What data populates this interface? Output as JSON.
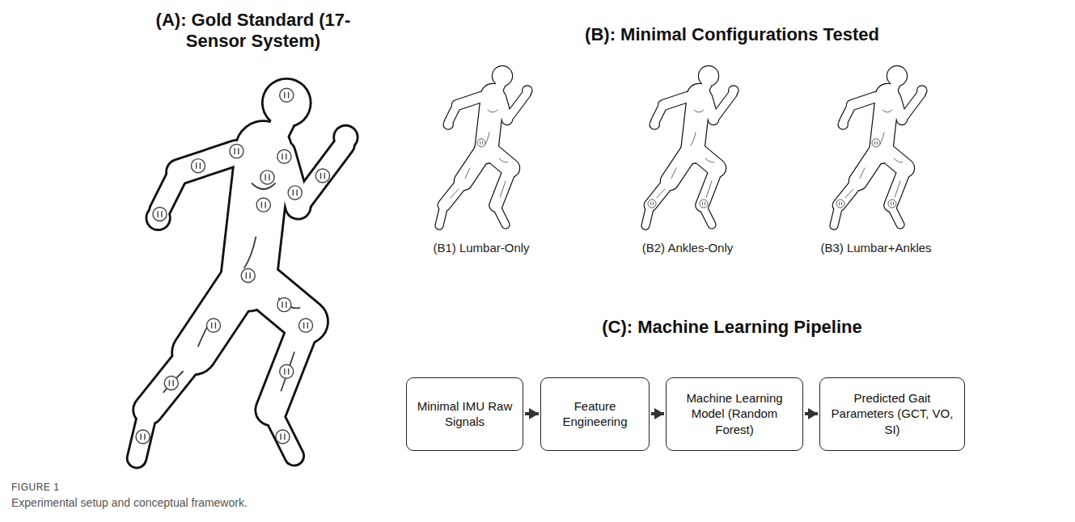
{
  "diagram": {
    "caption": "Experimental setup and conceptual framework.",
    "nodes": [
      {
        "text": [
          "Minimal IMU Raw Signals"
        ]
      },
      {
        "text": [
          "Feature Engineering"
        ]
      },
      {
        "text": [
          "Machine Learning Model (Random Forest)"
        ]
      },
      {
        "text": [
          "Predicted Gait Parameters (GCT, VO, SI)"
        ]
      }
    ],
    "edges": [
      {
        "from": 0,
        "to": 1,
        "arrow": "to"
      },
      {
        "from": 1,
        "to": 2,
        "arrow": "to"
      },
      {
        "from": 2,
        "to": 3,
        "arrow": "to"
      }
    ],
    "labels": [
      "(A): Gold Standard (17-Sensor System)",
      "(B): Minimal Configurations Tested",
      "(B1) Lumbar-Only",
      "(B2) Ankles-Only",
      "(B3) Lumbar+Ankles",
      "(C): Machine Learning Pipeline",
      "FIGURE 1"
    ]
  }
}
